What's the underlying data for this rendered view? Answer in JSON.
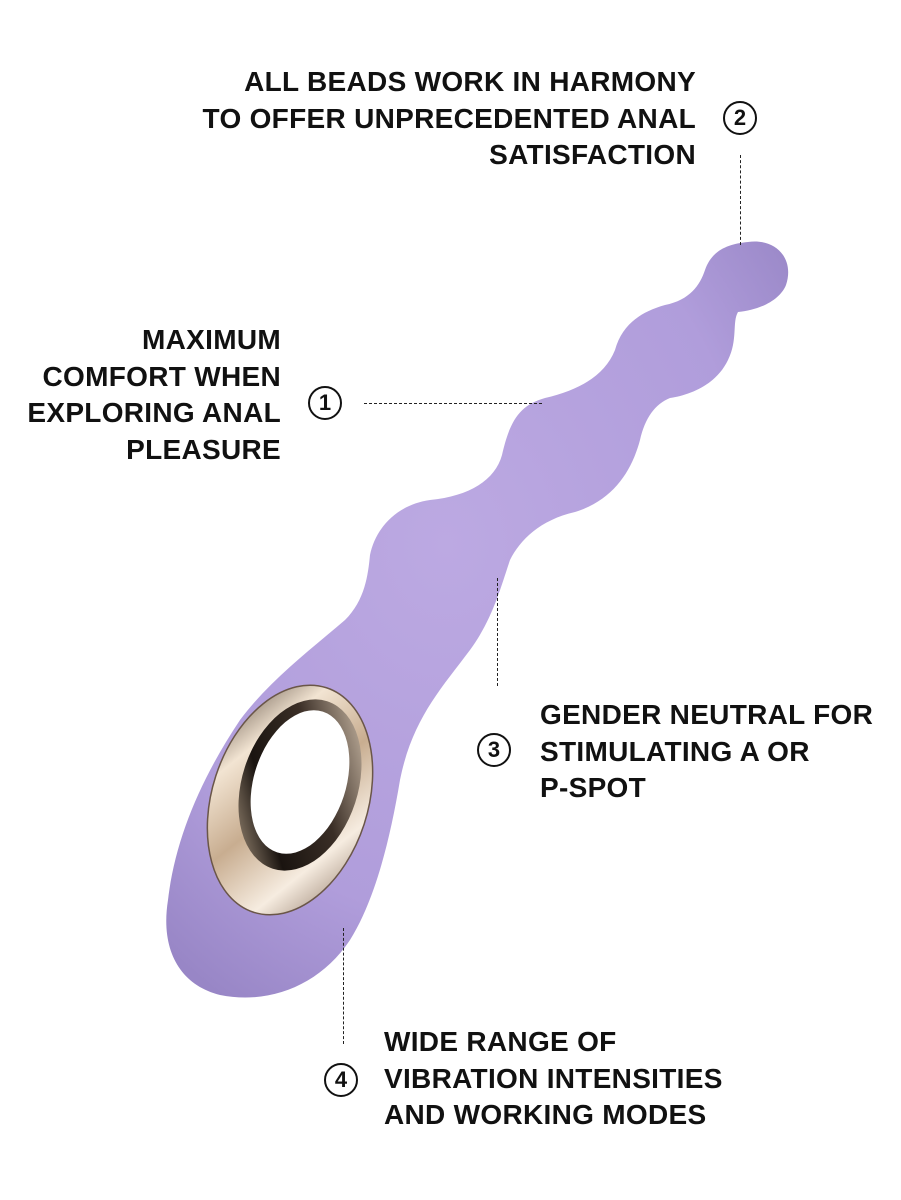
{
  "product": {
    "name": "purple-anal-beads-vibrator",
    "colors": {
      "body": "#b3a0db",
      "body_shadow": "#9a86c8",
      "ring_gold": "#d9c3a8",
      "ring_dark": "#2a2420"
    }
  },
  "features": [
    {
      "number": "1",
      "text": "MAXIMUM\nCOMFORT WHEN\nEXPLORING ANAL\nPLEASURE"
    },
    {
      "number": "2",
      "text": "ALL BEADS WORK IN HARMONY\nTO OFFER UNPRECEDENTED ANAL\nSATISFACTION"
    },
    {
      "number": "3",
      "text": "GENDER NEUTRAL FOR\nSTIMULATING A OR\nP-SPOT"
    },
    {
      "number": "4",
      "text": "WIDE RANGE OF\nVIBRATION INTENSITIES\nAND WORKING MODES"
    }
  ]
}
